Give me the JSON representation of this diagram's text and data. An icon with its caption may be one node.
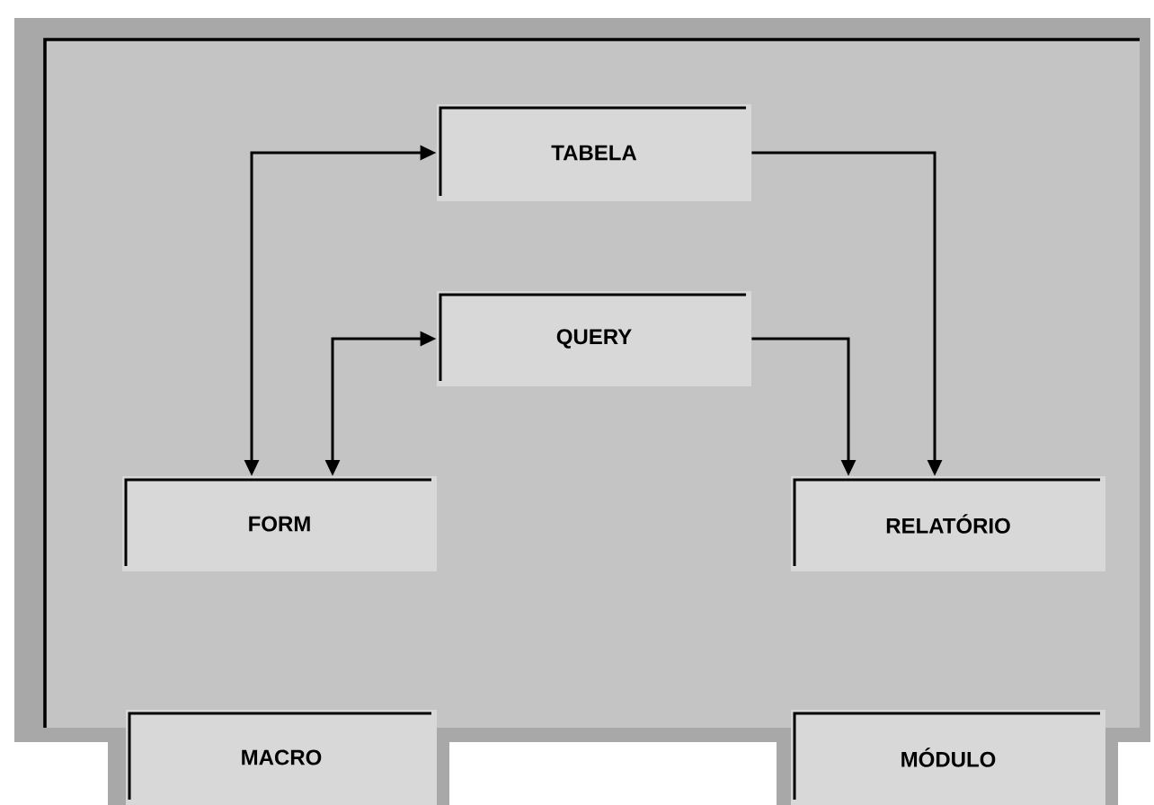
{
  "diagram": {
    "nodes": [
      {
        "text": [
          "TABELA"
        ]
      },
      {
        "text": [
          "QUERY"
        ]
      },
      {
        "text": [
          "FORM"
        ]
      },
      {
        "text": [
          "RELATÓRIO"
        ]
      },
      {
        "text": [
          "MACRO"
        ]
      },
      {
        "text": [
          "MÓDULO"
        ]
      }
    ],
    "edges": [
      {
        "from": 0,
        "to": 2,
        "arrow": "both"
      },
      {
        "from": 1,
        "to": 2,
        "arrow": "both"
      },
      {
        "from": 0,
        "to": 3,
        "arrow": "to"
      },
      {
        "from": 1,
        "to": 3,
        "arrow": "to"
      }
    ]
  }
}
